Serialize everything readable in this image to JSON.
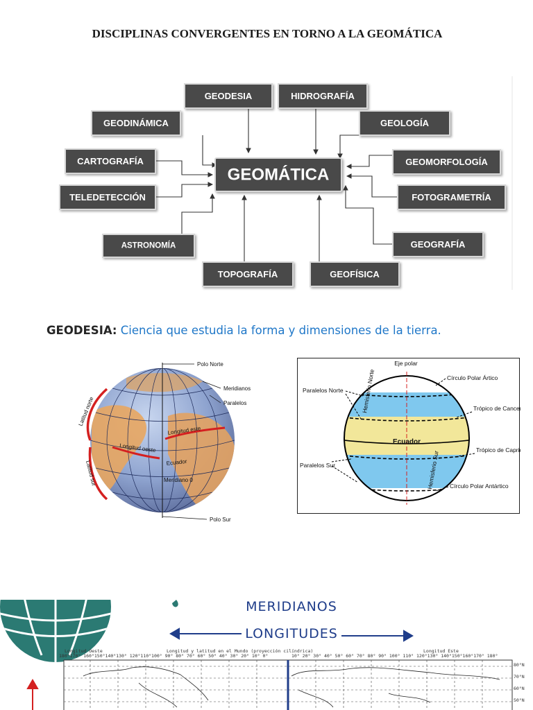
{
  "diagram": {
    "title": "DISCIPLINAS CONVERGENTES EN TORNO A LA GEOMÁTICA",
    "center": "GEOMÁTICA",
    "nodes": {
      "geodesia": "GEODESIA",
      "hidrografia": "HIDROGRAFÍA",
      "geodinamica": "GEODINÁMICA",
      "geologia": "GEOLOGÍA",
      "cartografia": "CARTOGRAFÍA",
      "geomorfologia": "GEOMORFOLOGÍA",
      "teledeteccion": "TELEDETECCIÓN",
      "fotogrametria": "FOTOGRAMETRÍA",
      "astronomia": "ASTRONOMÍA",
      "geografia": "GEOGRAFÍA",
      "topografia": "TOPOGRAFÍA",
      "geofisica": "GEOFÍSICA"
    }
  },
  "geodesia": {
    "term": "GEODESIA:",
    "definition": "Ciencia que estudia la forma y dimensiones de la tierra."
  },
  "globe_left": {
    "polo_norte": "Polo Norte",
    "meridianos": "Meridianos",
    "paralelos": "Paralelos",
    "latitud_norte": "Latitud norte",
    "longitud_este": "Longitud este",
    "longitud_oeste": "Longitud oeste",
    "ecuador": "Ecuador",
    "latitud_sur": "Latitud sur",
    "meridiano_0": "Meridiano 0",
    "polo_sur": "Polo Sur"
  },
  "globe_right": {
    "eje_polar": "Eje polar",
    "paralelos_norte": "Paralelos Norte",
    "circulo_polar_artico": "Círculo Polar Ártico",
    "hemisferio_norte": "Hemisferio Norte",
    "tropico_cancer": "Trópico de Cancer",
    "ecuador": "Ecuador",
    "tropico_capricornio": "Trópico de Capricornio",
    "paralelos_sur": "Paralelos Sur",
    "hemisferio_sur": "Hemisferio Sur",
    "circulo_polar_antartico": "Círculo Polar Antártico"
  },
  "map_strip": {
    "meridianos": "MERIDIANOS",
    "longitudes": "LONGITUDES",
    "longitud_oeste": "Longitud Oeste",
    "map_title": "Longitud y latitud en el Mundo (proyección cilíndrica)",
    "longitud_este": "Longitud Este",
    "scale_left": "180°170° 160°150°140°130° 120°110°100° 90° 80° 70° 60° 50° 40° 30° 20° 10° 0°",
    "scale_right": "10° 20° 30° 40° 50° 60° 70° 80° 90° 100° 110° 120°130° 140°150°160°170° 180°",
    "lat_labels": [
      "80°N",
      "70°N",
      "60°N",
      "50°N"
    ]
  },
  "colors": {
    "box": "#4a4a4a",
    "link_blue": "#1f77c8",
    "handwriting": "#1f3d8a",
    "arrow_red": "#d42020",
    "band_blue": "#7fc8ee",
    "band_yellow": "#f2e79a"
  }
}
